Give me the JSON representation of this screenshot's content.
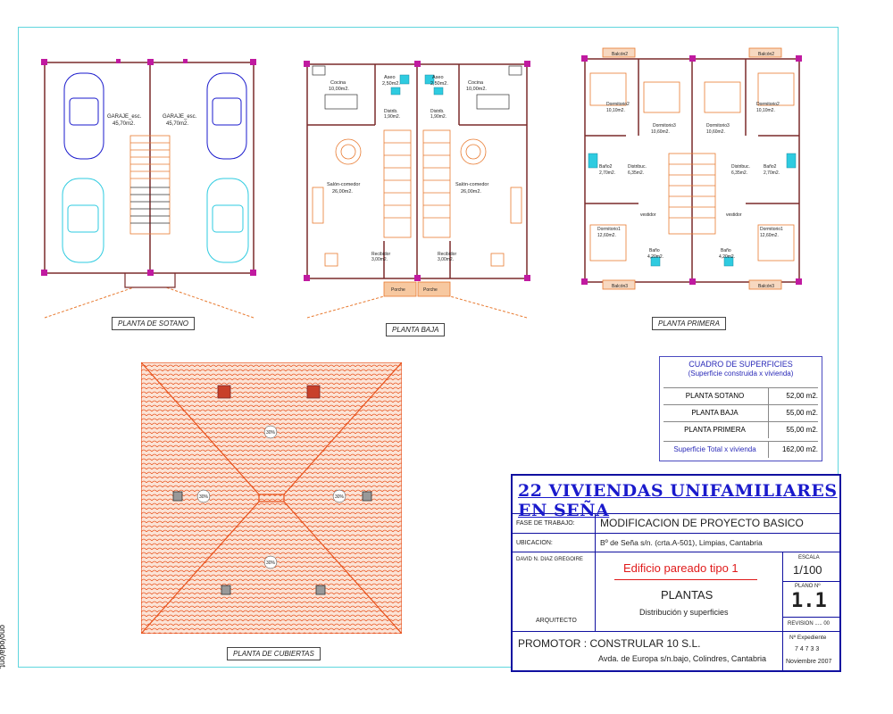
{
  "plans": {
    "sotano": "PLANTA DE SOTANO",
    "baja": "PLANTA BAJA",
    "primera": "PLANTA PRIMERA",
    "cubiertas": "PLANTA DE CUBIERTAS"
  },
  "garage": {
    "left": {
      "name": "GARAJE_esc.",
      "area": "45,70m2."
    },
    "right": {
      "name": "GARAJE_esc.",
      "area": "45,70m2."
    }
  },
  "ground_rooms": {
    "cocina_l": {
      "name": "Cocina",
      "area": "10,00m2."
    },
    "aseo_l": {
      "name": "Aseo",
      "area": "2,50m2."
    },
    "aseo_r": {
      "name": "Aseo",
      "area": "2,50m2."
    },
    "cocina_r": {
      "name": "Cocina",
      "area": "10,00m2."
    },
    "distrib_l": {
      "name": "Distrib.",
      "area": "1,90m2."
    },
    "distrib_r": {
      "name": "Distrib.",
      "area": "1,90m2."
    },
    "salon_l": {
      "name": "Salón-comedor",
      "area": "26,00m2."
    },
    "salon_r": {
      "name": "Salón-comedor",
      "area": "26,00m2."
    },
    "recib_l": {
      "name": "Recibidor",
      "area": "3,00m2."
    },
    "recib_r": {
      "name": "Recibidor",
      "area": "3,00m2."
    },
    "porche_l": "Porche",
    "porche_r": "Porche"
  },
  "first_rooms": {
    "balcon_tl": "Balcón2",
    "balcon_tr": "Balcón2",
    "balcon_bl": "Balcón3",
    "balcon_br": "Balcón3",
    "dorm2_l": {
      "name": "Dormitorio2",
      "area": "10,10m2."
    },
    "dorm3_l": {
      "name": "Dormitorio3",
      "area": "10,60m2."
    },
    "dorm3_r": {
      "name": "Dormitorio3",
      "area": "10,60m2."
    },
    "dorm2_r": {
      "name": "Dormitorio2",
      "area": "10,10m2."
    },
    "bano2_l": {
      "name": "Baño2",
      "area": "2,70m2."
    },
    "dist_l": {
      "name": "Distribuc.",
      "area": "6,35m2."
    },
    "dist_r": {
      "name": "Distribuc.",
      "area": "6,35m2."
    },
    "bano2_r": {
      "name": "Baño2",
      "area": "2,70m2."
    },
    "vestidor_l": "vestidor",
    "vestidor_r": "vestidor",
    "dorm1_l": {
      "name": "Dormitorio1",
      "area": "12,60m2."
    },
    "bano_l": {
      "name": "Baño",
      "area": "4,20m2."
    },
    "bano_r": {
      "name": "Baño",
      "area": "4,20m2."
    },
    "dorm1_r": {
      "name": "Dormitorio1",
      "area": "12,60m2."
    }
  },
  "roof": {
    "slope_top": "30%",
    "slope_left": "30%",
    "slope_right": "30%",
    "slope_bottom": "30%"
  },
  "superficies": {
    "title": "CUADRO DE SUPERFICIES",
    "subtitle": "(Superficie construida x vivienda)",
    "rows": [
      {
        "name": "PLANTA SOTANO",
        "value": "52,00 m2."
      },
      {
        "name": "PLANTA BAJA",
        "value": "55,00 m2."
      },
      {
        "name": "PLANTA PRIMERA",
        "value": "55,00 m2."
      }
    ],
    "total": {
      "name": "Superficie Total x vivienda",
      "value": "162,00 m2."
    }
  },
  "titleblock": {
    "project": "22 VIVIENDAS UNIFAMILIARES EN SEÑA",
    "fase_label": "FASE DE TRABAJO:",
    "fase_value": "MODIFICACION DE PROYECTO BASICO",
    "ubicacion_label": "UBICACION:",
    "ubicacion_value": "Bº de Seña s/n. (crta.A-501), Limpias, Cantabria",
    "architect_name": "DAVID N. DIAZ GREGOIRE",
    "architect_label": "ARQUITECTO",
    "building": "Edificio pareado tipo 1",
    "sheet_title": "PLANTAS",
    "sheet_sub": "Distribución y superficies",
    "escala_label": "ESCALA",
    "escala_value": "1/100",
    "plano_label": "PLANO Nº",
    "plano_value": "1.1",
    "revision": "REVISION ..... 00",
    "promotor": "PROMOTOR : CONSTRULAR 10 S.L.",
    "promotor_addr": "Avda. de Europa s/n.bajo, Colindres, Cantabria",
    "expediente_label": "Nº Expediente",
    "expediente_value": "7 4 7 3 3",
    "date": "Noviembre 2007"
  },
  "side_text": "ono/oda/ont.",
  "colors": {
    "wall": "#7a2a2a",
    "blue": "#1a1acc",
    "cyan": "#2ecbe0",
    "roof": "#e8501a",
    "stair": "#e87a30"
  }
}
